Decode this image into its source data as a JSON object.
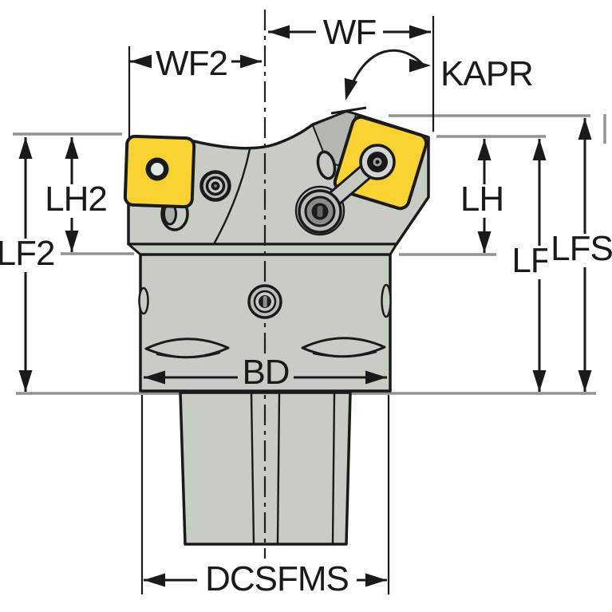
{
  "diagram": {
    "kind": "technical-dimension-drawing",
    "subject": "modular turning tool holder with two yellow cutting inserts, front view",
    "dimension_labels": {
      "wf2": "WF2",
      "wf": "WF",
      "kapr": "KAPR",
      "lh2": "LH2",
      "lf2": "LF2",
      "lh": "LH",
      "lf": "LF",
      "lfs": "LFS",
      "bd": "BD",
      "dcsfms": "DCSFMS"
    },
    "colors": {
      "background": "#FFFFFF",
      "line": "#1A1A1A",
      "reference": "#8F948F",
      "body": "#C7CCC5",
      "pocket": "#B2B8B0",
      "insert": "#F8D230",
      "metal": "#B9BFB7",
      "metal_dark": "#878D85",
      "hole_shadow": "#AAB0A8",
      "washer": "#D2D6D0"
    }
  }
}
